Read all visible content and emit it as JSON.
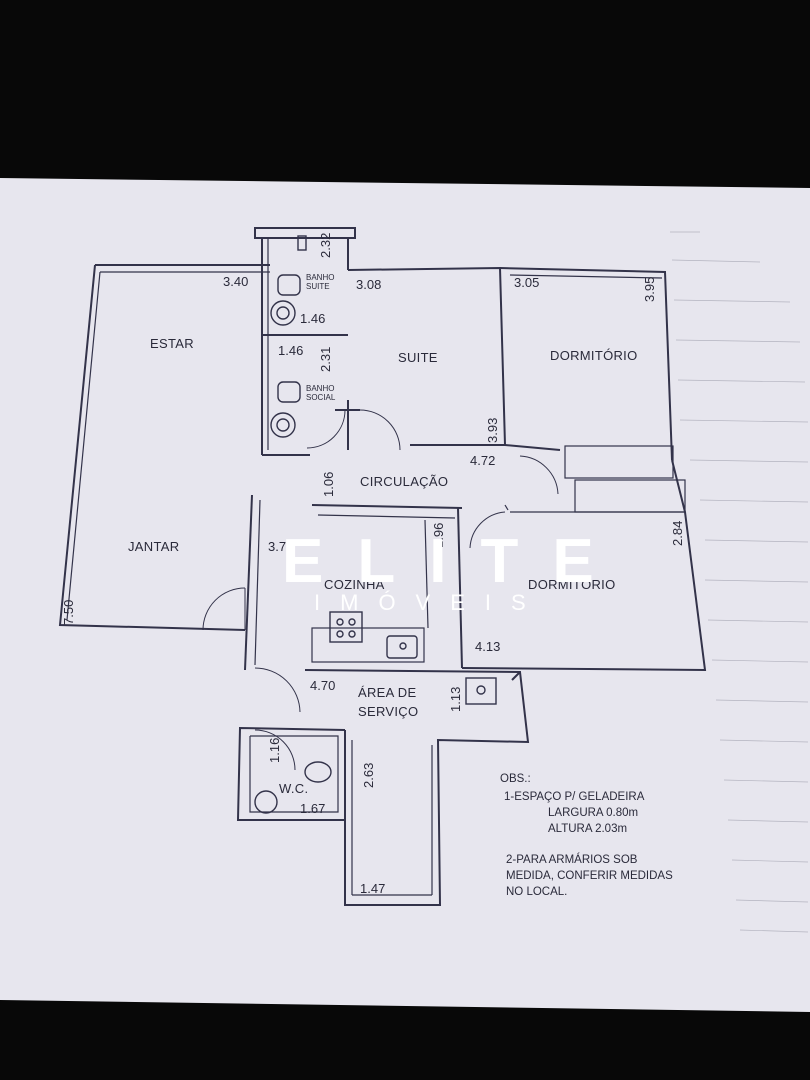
{
  "rooms": {
    "estar": "ESTAR",
    "jantar": "JANTAR",
    "suite": "SUITE",
    "dormitorio_1": "DORMITÓRIO",
    "dormitorio_2": "DORMITÓRIO",
    "circulacao": "CIRCULAÇÃO",
    "cozinha": "COZINHA",
    "area_servico_1": "ÁREA DE",
    "area_servico_2": "SERVIÇO",
    "wc": "W.C.",
    "banho_suite_1": "BANHO",
    "banho_suite_2": "SUITE",
    "banho_social_1": "BANHO",
    "banho_social_2": "SOCIAL"
  },
  "dimensions": {
    "estar_w": "3.40",
    "estar_h": "7.50",
    "jantar_w": "3.70",
    "suite_w": "3.08",
    "suite_h": "3.93",
    "dorm1_w": "3.05",
    "dorm1_h": "3.95",
    "dorm2_w": "4.13",
    "dorm2_h": "2.84",
    "banho_top": "2.32",
    "banho_suite_w": "1.46",
    "banho_social_w": "1.46",
    "banho_social_h": "2.31",
    "circ_h": "1.06",
    "circ_w": "4.72",
    "cozinha_h": "1.96",
    "servico_w": "4.70",
    "servico_h": "1.13",
    "wc_h": "1.16",
    "wc_w": "1.67",
    "lower_h": "2.63",
    "lower_w": "1.47"
  },
  "notes": {
    "title": "OBS.:",
    "line1": "1-ESPAÇO P/ GELADEIRA",
    "line2": "LARGURA 0.80m",
    "line3": "ALTURA 2.03m",
    "line4": "2-PARA ARMÁRIOS SOB",
    "line5": "MEDIDA, CONFERIR MEDIDAS",
    "line6": "NO LOCAL."
  },
  "watermark": {
    "brand": "ELITE",
    "subtitle": "IMÓVEIS"
  },
  "colors": {
    "paper": "#e9e8ef",
    "ink": "#33334a",
    "background": "#080808",
    "logo": "#ffffff"
  }
}
